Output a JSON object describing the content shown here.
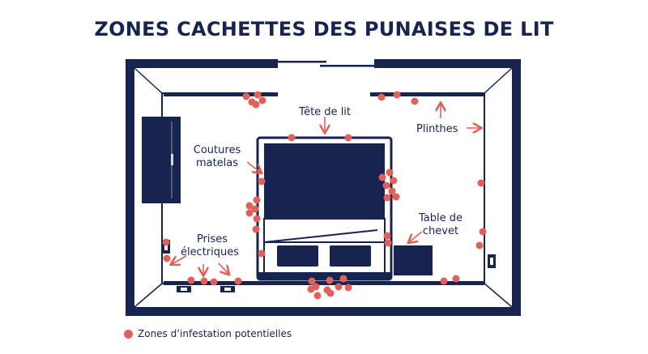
{
  "title": "ZONES CACHETTES DES PUNAISES DE LIT",
  "colors": {
    "navy": "#17244f",
    "dot": "#e0605a",
    "background": "#ffffff"
  },
  "labels": {
    "headboard": "Tête de lit",
    "baseboards": "Plinthes",
    "mattress_line1": "Coutures",
    "mattress_line2": "matelas",
    "outlets_line1": "Prises",
    "outlets_line2": "électriques",
    "nightstand_line1": "Table de",
    "nightstand_line2": "chevet"
  },
  "legend": {
    "label": "Zones d’infestation potentielles",
    "marker": "dot"
  }
}
